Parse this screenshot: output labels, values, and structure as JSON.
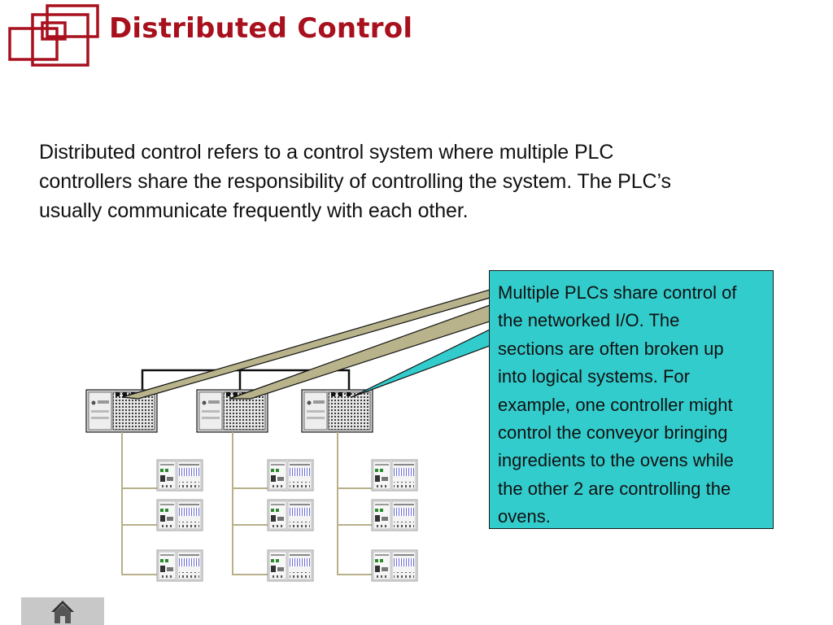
{
  "title": "Distributed Control",
  "body_lines": [
    "Distributed control refers to a control system where multiple PLC",
    "controllers share the responsibility of controlling the system.  The PLC’s",
    "usually communicate frequently with each other."
  ],
  "callout_lines": [
    "Multiple PLCs share control of",
    "the networked I/O.  The",
    "sections are often broken up",
    "into logical systems.  For",
    "example, one controller might",
    "control the conveyor bringing",
    "ingredients to the ovens while",
    "the other 2 are controlling the",
    "ovens."
  ],
  "diagram": {
    "controller_count": 3,
    "io_modules_per_controller": 3
  },
  "icons": {
    "logo": "nested-squares-logo",
    "home": "home-icon"
  },
  "colors": {
    "title": "#a8101e",
    "logo": "#a8101e",
    "callout_fill": "#33cccc",
    "callout_pointer": "#b8b38a",
    "io_wire": "#b8b08a"
  }
}
